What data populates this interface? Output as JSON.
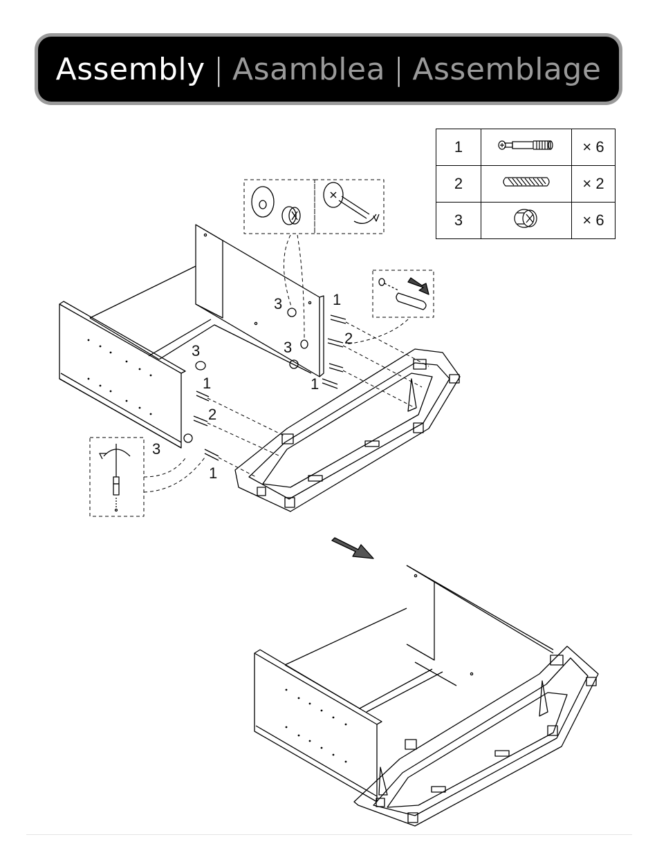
{
  "header": {
    "title_en": "Assembly",
    "separator_1": "|",
    "title_es": "Asamblea",
    "separator_2": "|",
    "title_fr": "Assemblage"
  },
  "parts_table": [
    {
      "number": "1",
      "part_icon": "cam-bolt-icon",
      "quantity": "× 6"
    },
    {
      "number": "2",
      "part_icon": "wooden-dowel-icon",
      "quantity": "× 2"
    },
    {
      "number": "3",
      "part_icon": "cam-lock-icon",
      "quantity": "× 6"
    }
  ],
  "callouts": {
    "back_top_cam": "3",
    "back_top_bolt": "1",
    "back_mid_dowel": "2",
    "back_mid_cam": "3",
    "back_low_bolt": "1",
    "front_cam": "3",
    "front_bolt": "1",
    "front_dowel": "2",
    "front_low_cam": "3",
    "front_low_bolt": "1"
  },
  "colors": {
    "banner_bg": "#000000",
    "banner_border": "#9a9a9a",
    "title_primary": "#ffffff",
    "title_secondary": "#9a9a9a",
    "line_art": "#000000"
  }
}
